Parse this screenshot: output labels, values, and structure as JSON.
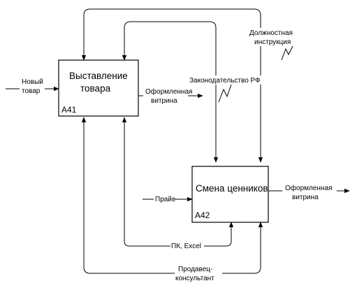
{
  "diagram": {
    "colors": {
      "line": "#000000",
      "box_fill": "#ffffff",
      "background": "#ffffff"
    },
    "activities": [
      {
        "id": "A41",
        "title_lines": [
          "Выставление",
          "товара"
        ]
      },
      {
        "id": "A42",
        "title_lines": [
          "Смена ценников"
        ]
      }
    ],
    "labels": {
      "new_product": [
        "Новый",
        "товар"
      ],
      "decorated_window_1": [
        "Оформленная",
        "витрина"
      ],
      "law": [
        "Законодательство РФ"
      ],
      "job_instruction": [
        "Должностная",
        "инструкция"
      ],
      "price_list": [
        "Прайс"
      ],
      "decorated_window_2": [
        "Оформленная",
        "витрина"
      ],
      "pc_excel": [
        "ПК, Excel"
      ],
      "seller": [
        "Продавец-",
        "консультант"
      ]
    }
  }
}
